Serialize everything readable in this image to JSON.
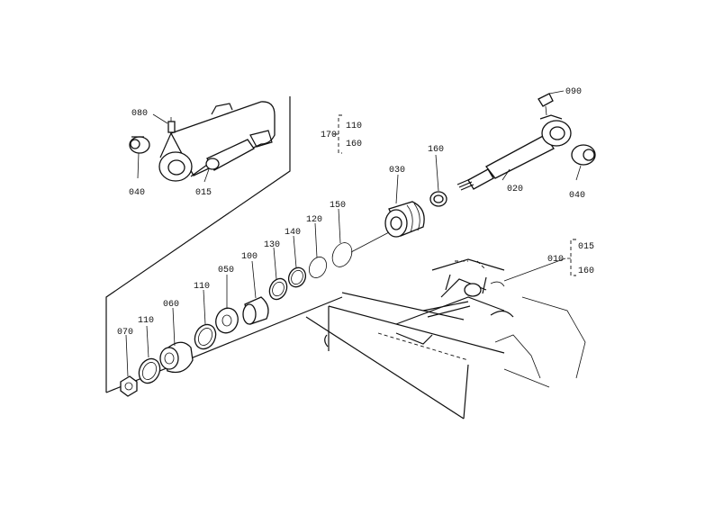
{
  "labels": {
    "p080": "080",
    "p040_left": "040",
    "p015_cyl": "015",
    "p170": "170",
    "p110_group": "110",
    "p160_group": "160",
    "p030": "030",
    "p160": "160",
    "p090": "090",
    "p020": "020",
    "p040_right": "040",
    "p150": "150",
    "p120": "120",
    "p140": "140",
    "p130": "130",
    "p100": "100",
    "p050": "050",
    "p110_a": "110",
    "p060": "060",
    "p110_b": "110",
    "p070": "070",
    "p010": "010",
    "p015_group": "015",
    "p160_group2": "160"
  }
}
